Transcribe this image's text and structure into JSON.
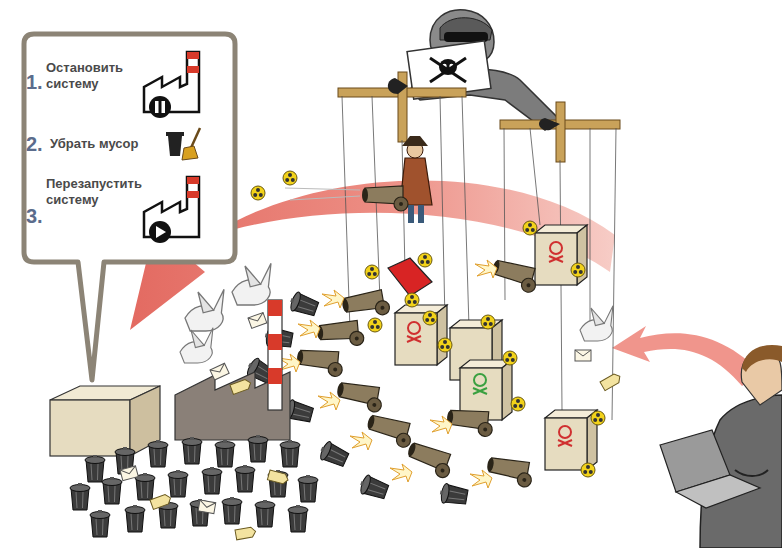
{
  "diagram": {
    "nodes": [
      {
        "text": [
          "Остановить систему",
          "Убрать мусор",
          "Перезапустить систему"
        ]
      }
    ],
    "labels": [
      "1.",
      "2.",
      "3."
    ]
  }
}
